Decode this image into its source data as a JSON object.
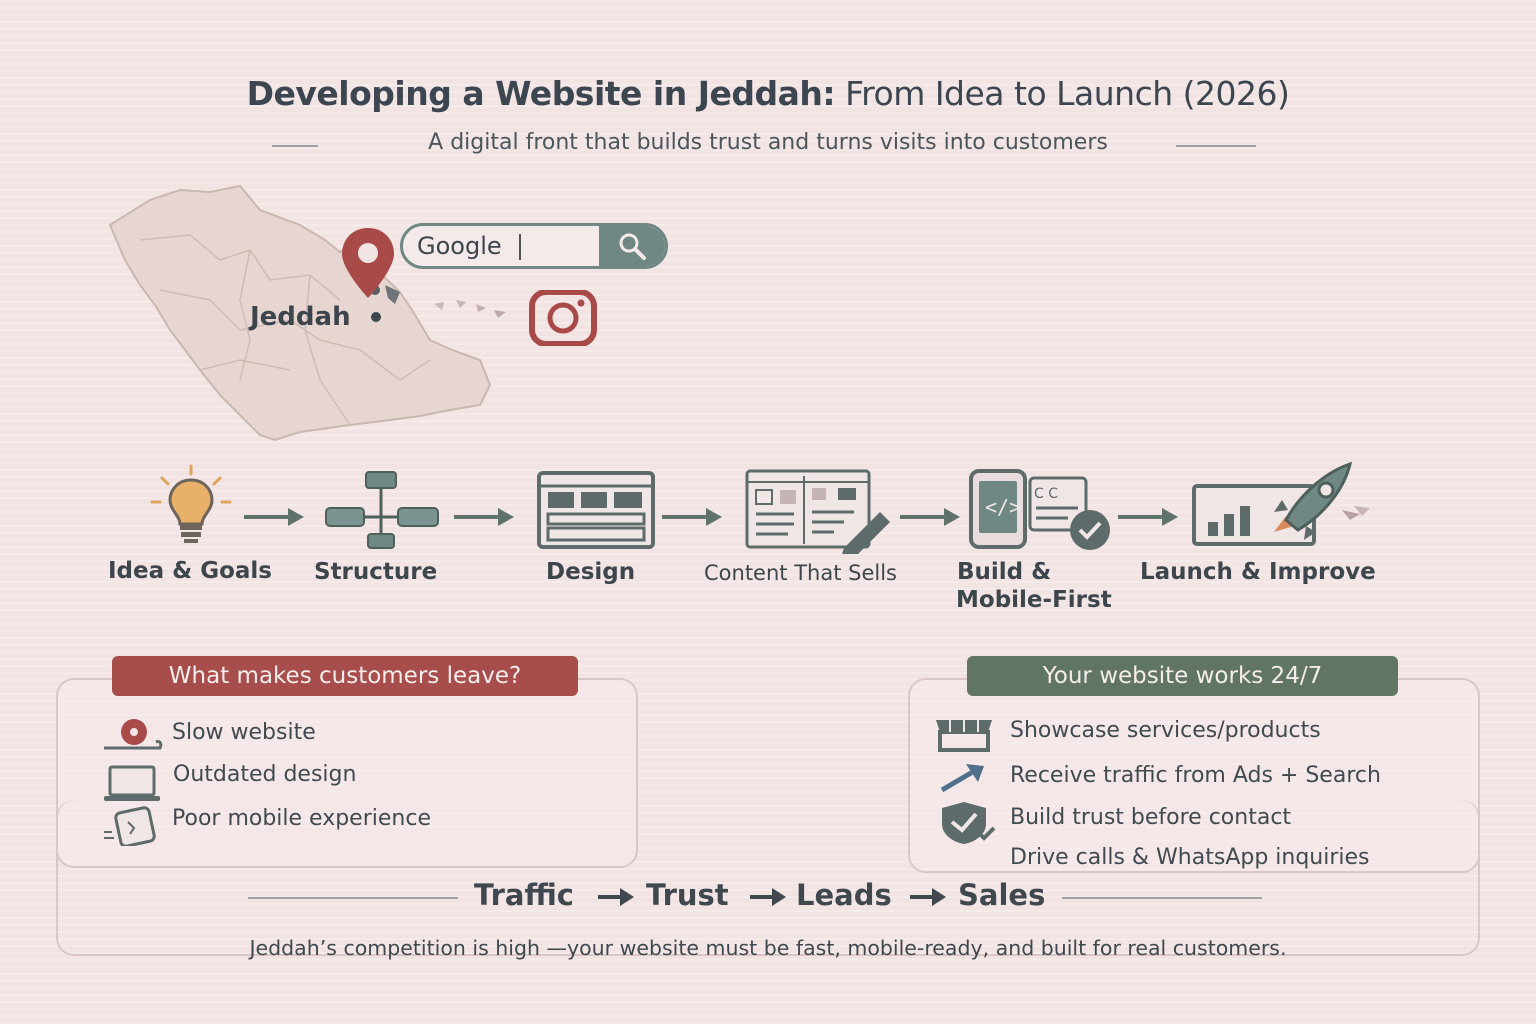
{
  "header": {
    "title_bold": "Developing a Website in Jeddah:",
    "title_rest": "From Idea to Launch (2026)",
    "subtitle": "A digital front that builds trust and turns visits into customers"
  },
  "map": {
    "city_label": "Jeddah",
    "search_text": "Google"
  },
  "steps": [
    {
      "label": "Idea & Goals",
      "icon": "lightbulb-icon"
    },
    {
      "label": "Structure",
      "icon": "sitemap-icon"
    },
    {
      "label": "Design",
      "icon": "layout-icon"
    },
    {
      "label": "Content That Sells",
      "icon": "document-pen-icon"
    },
    {
      "label_line1": "Build &",
      "label_line2": "Mobile-First",
      "icon": "mobile-code-icon"
    },
    {
      "label": "Launch & Improve",
      "icon": "rocket-icon"
    }
  ],
  "leave_panel": {
    "title": "What makes customers leave?",
    "items": [
      "Slow website",
      "Outdated design",
      "Poor mobile experience"
    ]
  },
  "works_panel": {
    "title": "Your website works 24/7",
    "items": [
      "Showcase services/products",
      "Receive traffic from Ads + Search",
      "Build trust before contact",
      "Drive calls & WhatsApp inquiries"
    ]
  },
  "flow": [
    "Traffic",
    "Trust",
    "Leads",
    "Sales"
  ],
  "footer": "Jeddah’s competition is high —your website must be fast, mobile-ready, and built for real customers.",
  "colors": {
    "background": "#f3e4e4",
    "red_accent": "#a74d4b",
    "green_accent": "#617565",
    "teal": "#6f8884",
    "text": "#3f484f"
  }
}
